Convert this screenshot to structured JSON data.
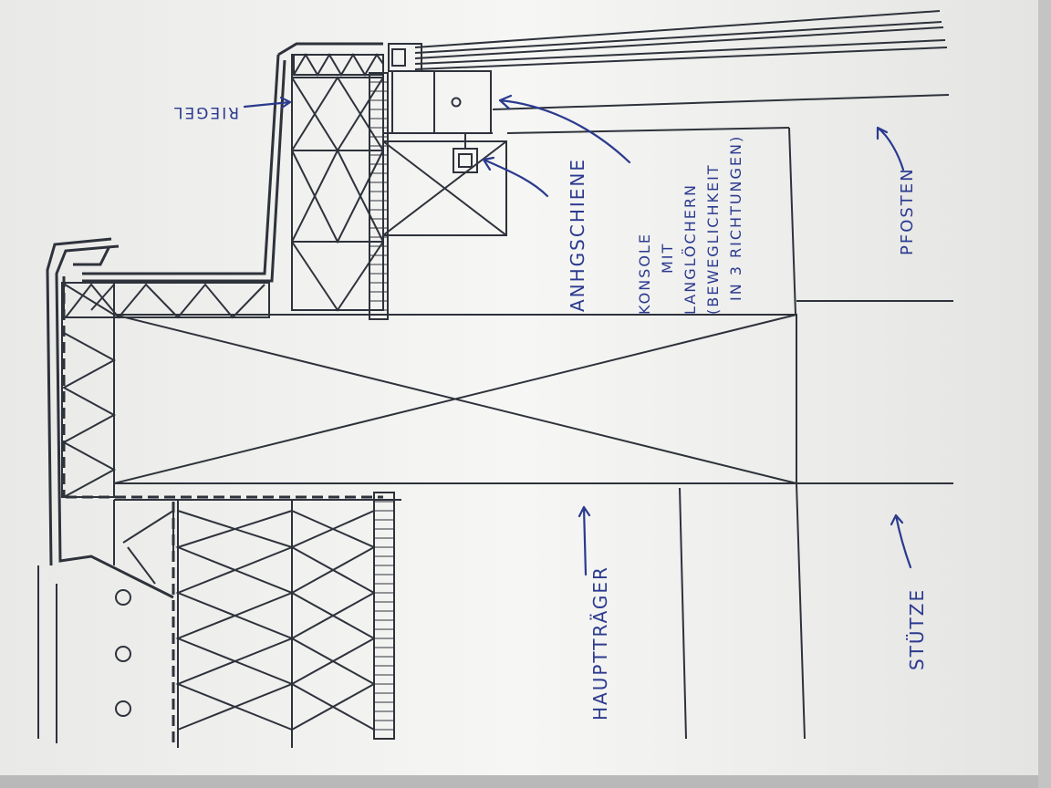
{
  "labels": {
    "riegel": "RIEGEL",
    "anhgschiene": "ANHGSCHIENE",
    "konsole_line1": "KONSOLE",
    "konsole_line2": "MIT",
    "konsole_line3": "LANGLÖCHERN",
    "konsole_line4": "(BEWEGLICHKEIT",
    "konsole_line5": "IN 3 RICHTUNGEN)",
    "pfosten": "PFOSTEN",
    "haupttraeger": "HAUPTTRÄGER",
    "stuetze": "STÜTZE"
  },
  "colors": {
    "paper": "#f4f4f2",
    "line": "#2e323b",
    "ink": "#2b3a8f"
  }
}
